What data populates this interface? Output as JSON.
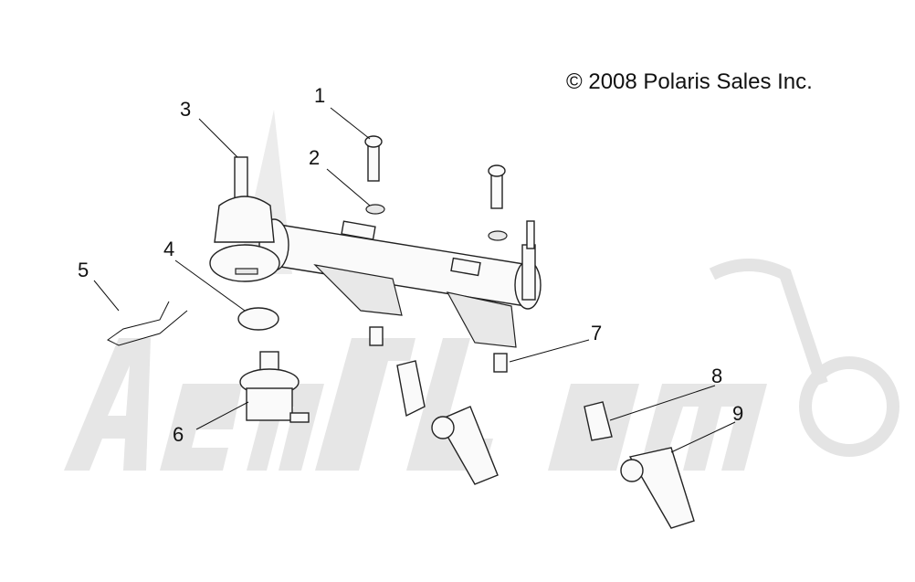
{
  "diagram": {
    "copyright": "© 2008 Polaris Sales Inc.",
    "watermark": "AeriTom",
    "callouts": [
      "1",
      "2",
      "3",
      "4",
      "5",
      "6",
      "7",
      "8",
      "9"
    ]
  },
  "colors": {
    "line": "#222222",
    "watermark": "#e4e4e4"
  }
}
